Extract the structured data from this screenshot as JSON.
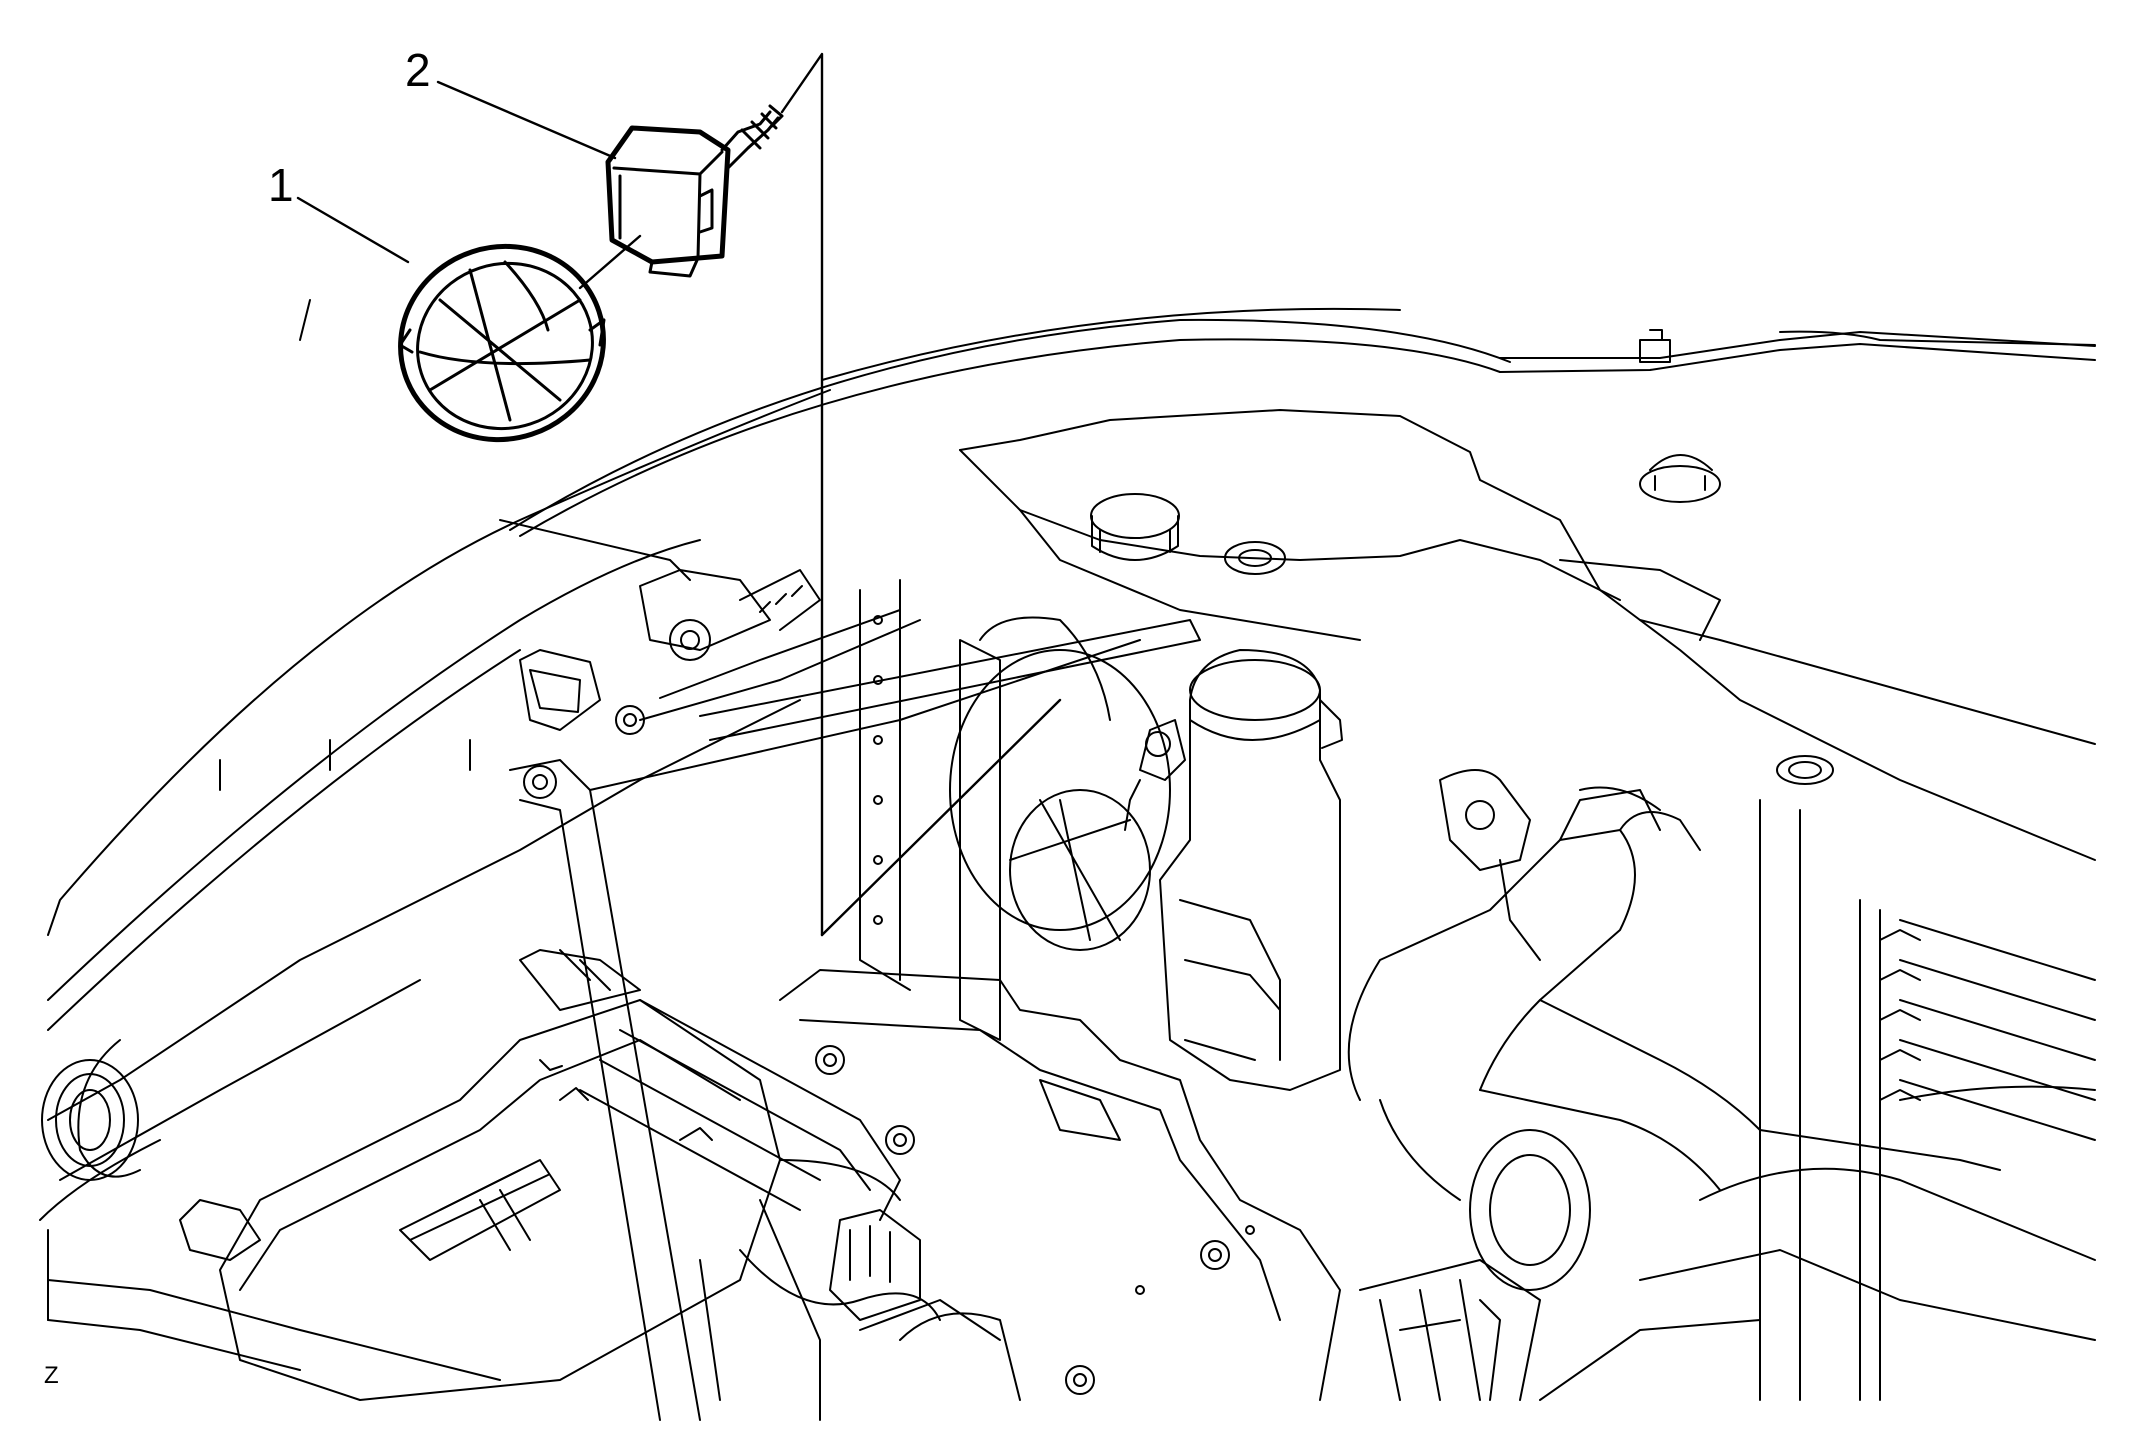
{
  "callouts": [
    {
      "number": "1"
    },
    {
      "number": "2"
    }
  ],
  "figure_code": "Z"
}
